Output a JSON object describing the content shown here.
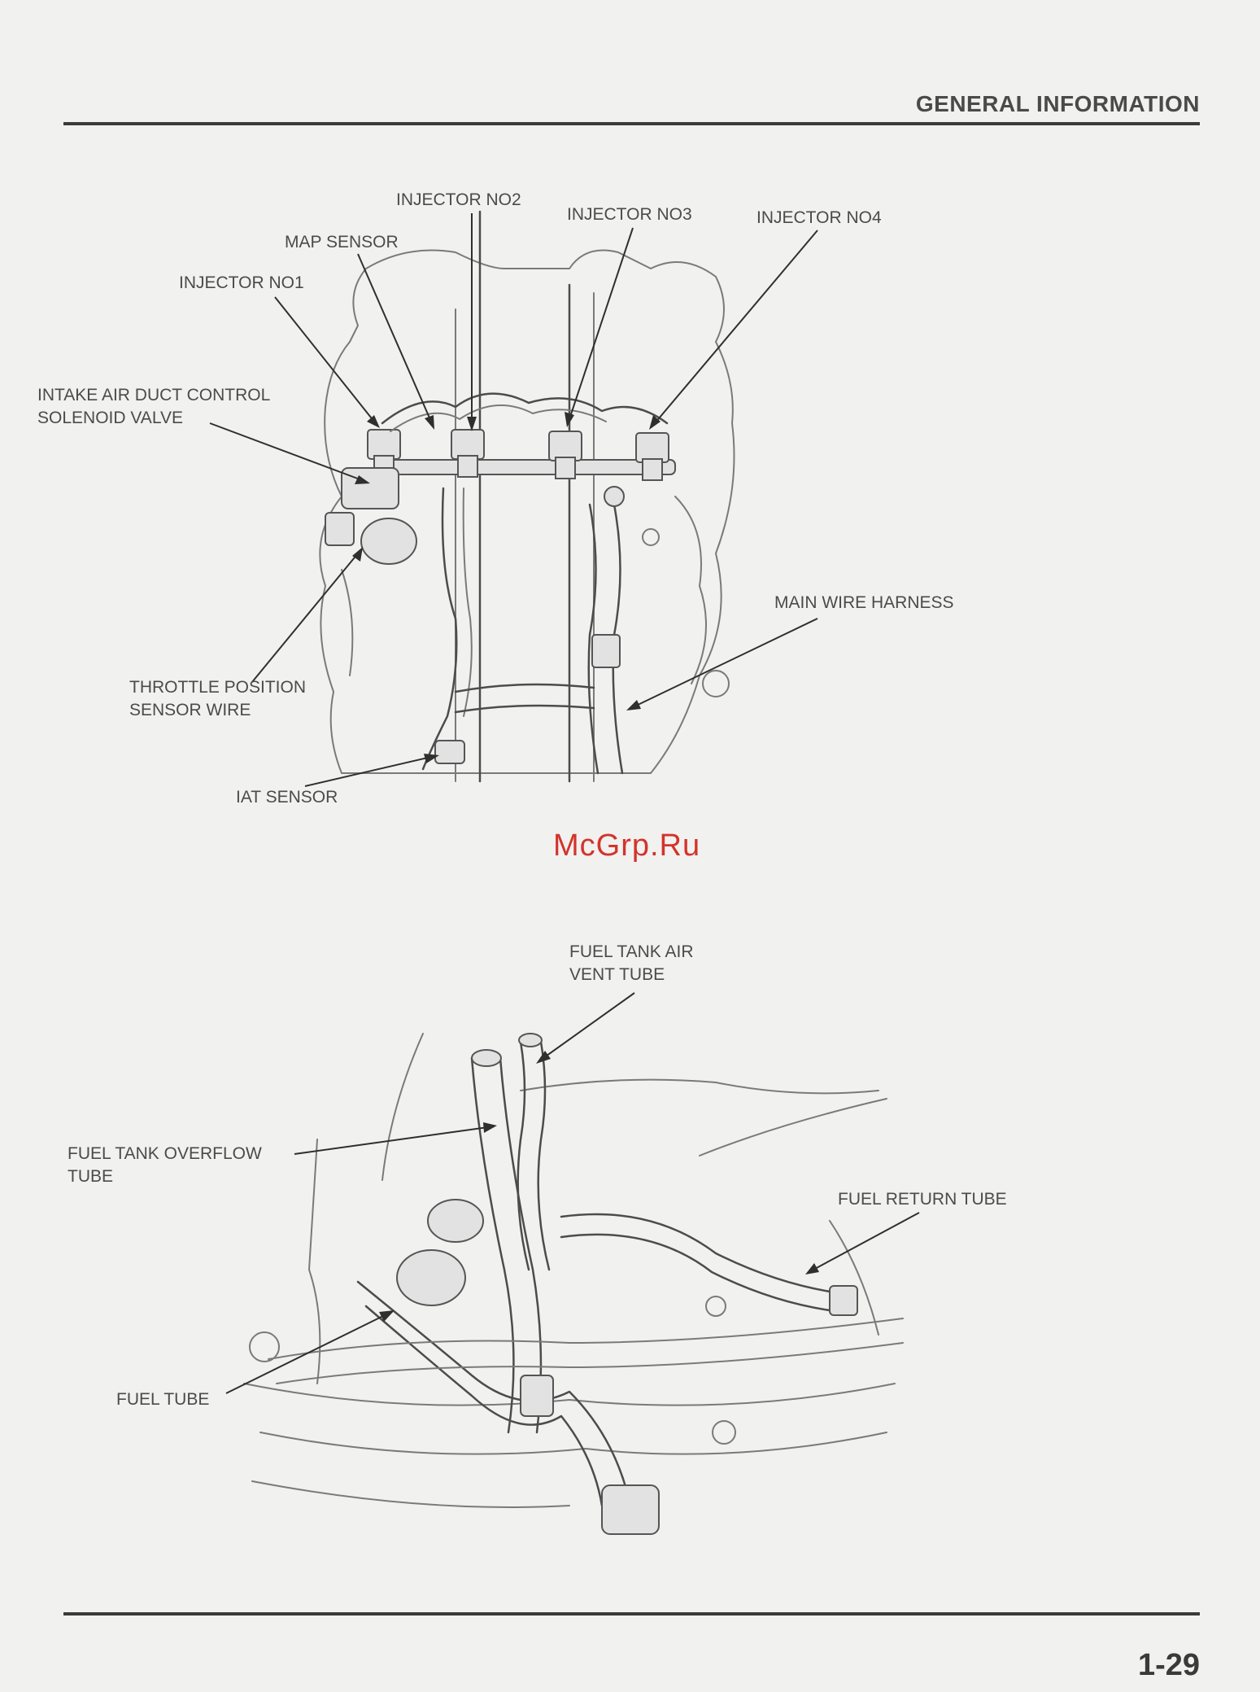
{
  "header": {
    "section_title": "GENERAL INFORMATION"
  },
  "figure_top": {
    "labels": {
      "injector_no2": "INJECTOR NO2",
      "injector_no3": "INJECTOR NO3",
      "injector_no4": "INJECTOR NO4",
      "map_sensor": "MAP SENSOR",
      "injector_no1": "INJECTOR NO1",
      "intake_air_duct_line1": "INTAKE AIR DUCT CONTROL",
      "intake_air_duct_line2": "SOLENOID VALVE",
      "main_wire_harness": "MAIN WIRE HARNESS",
      "throttle_position_line1": "THROTTLE POSITION",
      "throttle_position_line2": "SENSOR WIRE",
      "iat_sensor": "IAT SENSOR"
    }
  },
  "watermark": {
    "text": "McGrp.Ru"
  },
  "figure_bottom": {
    "labels": {
      "fuel_tank_air_vent_line1": "FUEL TANK AIR",
      "fuel_tank_air_vent_line2": "VENT TUBE",
      "fuel_tank_overflow_line1": "FUEL TANK OVERFLOW",
      "fuel_tank_overflow_line2": "TUBE",
      "fuel_return_tube": "FUEL RETURN TUBE",
      "fuel_tube": "FUEL TUBE"
    }
  },
  "footer": {
    "page_number": "1-29"
  }
}
